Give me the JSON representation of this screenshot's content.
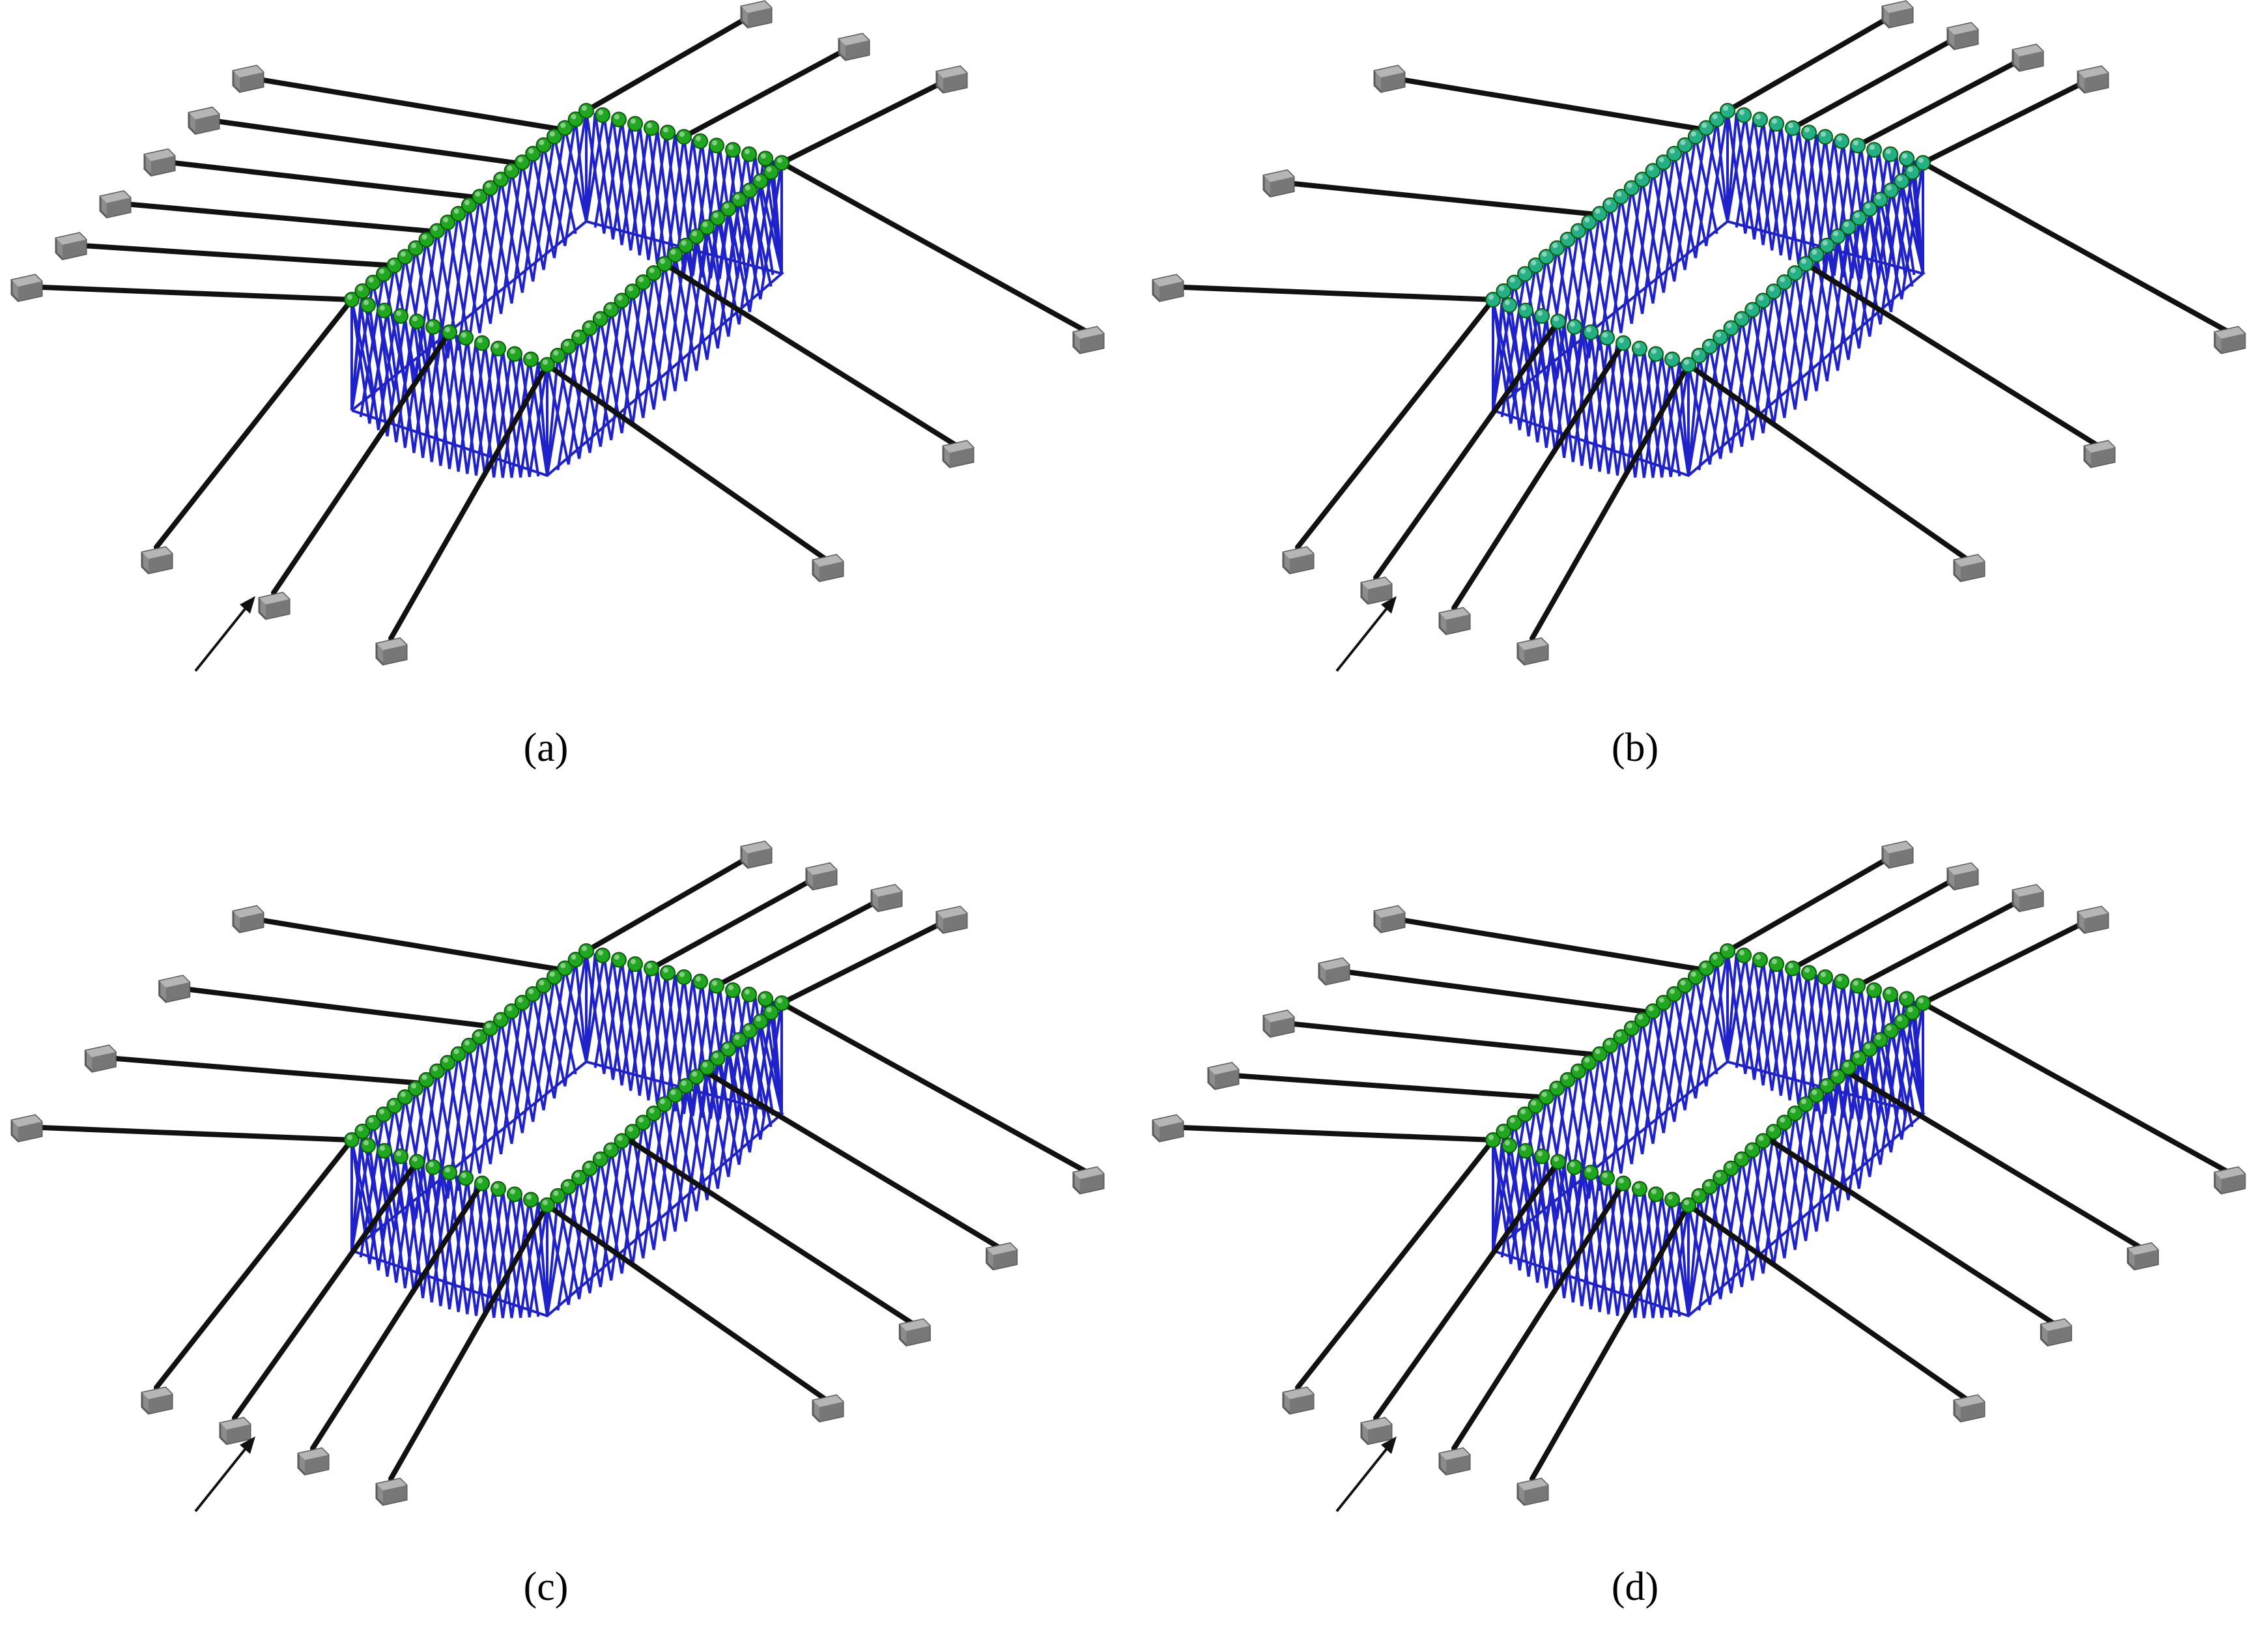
{
  "figure": {
    "panels": [
      {
        "id": "a",
        "caption": "(a)",
        "left_lines": 6,
        "front_lines": 3,
        "right_lines": 6,
        "float_color": "#1fa71f"
      },
      {
        "id": "b",
        "caption": "(b)",
        "left_lines": 3,
        "front_lines": 4,
        "right_lines": 7,
        "float_color": "#22b084"
      },
      {
        "id": "c",
        "caption": "(c)",
        "left_lines": 4,
        "front_lines": 4,
        "right_lines": 8,
        "float_color": "#1fa71f"
      },
      {
        "id": "d",
        "caption": "(d)",
        "left_lines": 5,
        "front_lines": 4,
        "right_lines": 8,
        "float_color": "#1fa71f"
      }
    ],
    "colors": {
      "net": "#1e22c8",
      "mooring_line": "#111111",
      "anchor": "#8c8c8c",
      "anchor_dark": "#5a5a5a",
      "arrow": "#111111"
    }
  }
}
